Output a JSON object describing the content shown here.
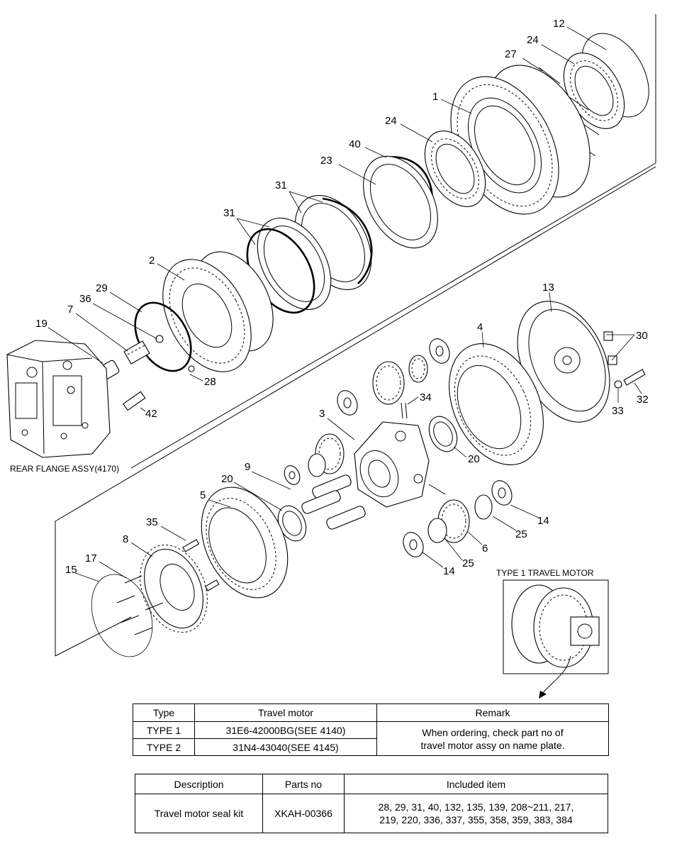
{
  "callouts": {
    "c1": "1",
    "c2": "2",
    "c3": "3",
    "c4": "4",
    "c5": "5",
    "c6": "6",
    "c7": "7",
    "c8": "8",
    "c9": "9",
    "c12": "12",
    "c13": "13",
    "c14a": "14",
    "c14b": "14",
    "c15": "15",
    "c17": "17",
    "c19": "19",
    "c20a": "20",
    "c20b": "20",
    "c23": "23",
    "c24a": "24",
    "c24b": "24",
    "c25a": "25",
    "c25b": "25",
    "c27": "27",
    "c28": "28",
    "c29": "29",
    "c30": "30",
    "c31a": "31",
    "c31b": "31",
    "c32": "32",
    "c33": "33",
    "c34": "34",
    "c35": "35",
    "c36": "36",
    "c40": "40",
    "c42": "42"
  },
  "captions": {
    "rear_flange": "REAR FLANGE ASSY(4170)",
    "type1_motor": "TYPE 1 TRAVEL MOTOR"
  },
  "type_table": {
    "headers": [
      "Type",
      "Travel motor",
      "Remark"
    ],
    "rows": [
      {
        "type": "TYPE 1",
        "motor": "31E6-42000BG(SEE 4140)"
      },
      {
        "type": "TYPE 2",
        "motor": "31N4-43040(SEE 4145)"
      }
    ],
    "remark_line1": "When ordering, check part no of",
    "remark_line2": "travel motor assy on name plate."
  },
  "kit_table": {
    "headers": [
      "Description",
      "Parts no",
      "Included item"
    ],
    "row": {
      "description": "Travel motor seal kit",
      "parts_no": "XKAH-00366",
      "items_line1": "28, 29, 31, 40, 132, 135, 139, 208~211, 217,",
      "items_line2": "219, 220, 336, 337, 355, 358, 359, 383, 384"
    }
  }
}
